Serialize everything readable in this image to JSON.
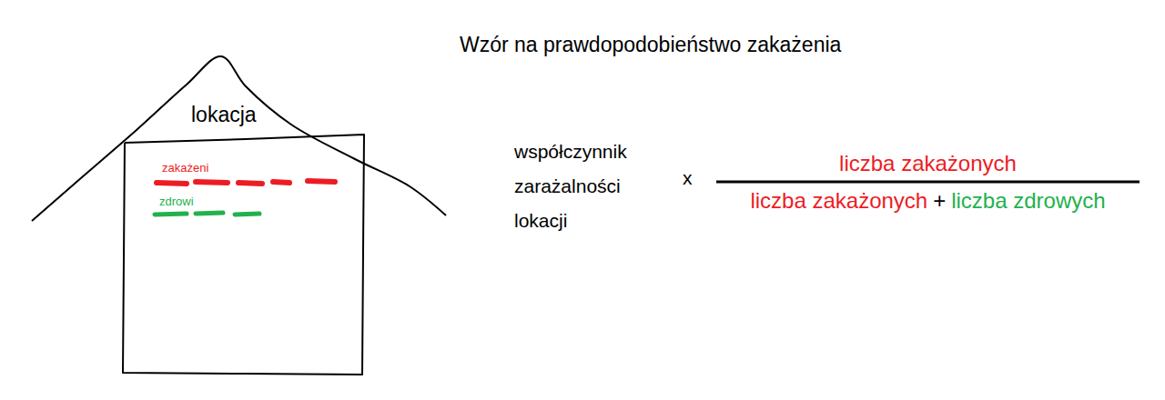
{
  "diagram": {
    "title": "Wzór na prawdopodobieństwo zakażenia",
    "nodes": [
      {
        "text": [
          "lokacja",
          "zakażeni",
          "zdrowi"
        ]
      }
    ],
    "labels": [
      "współczynnik zarażalności lokacji",
      "x",
      "liczba zakażonych",
      "liczba zakażonych",
      "+",
      "liczba zdrowych"
    ]
  }
}
